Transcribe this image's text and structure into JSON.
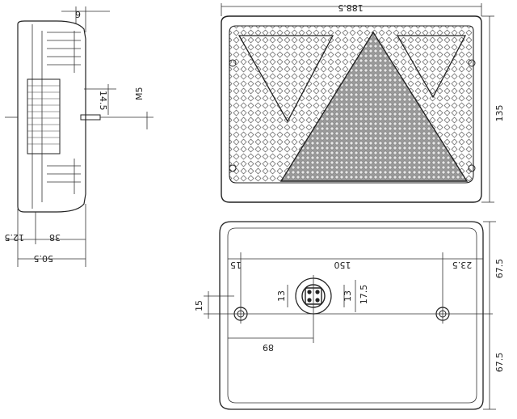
{
  "colors": {
    "line": "#222222",
    "background": "#ffffff"
  },
  "side_view": {
    "dim_top": "6",
    "dim_stud_offset": "14.5",
    "dim_thread": "M5",
    "dim_depth_stud": "12.5",
    "dim_depth_body": "38",
    "dim_total_depth": "50.5"
  },
  "front_view": {
    "dim_width": "188.5",
    "dim_height": "135"
  },
  "rear_view": {
    "dim_edge_left": "15",
    "dim_stud_spacing": "150",
    "dim_edge_right": "23.5",
    "dim_half_height_top": "67.5",
    "dim_half_height_bottom": "67.5",
    "dim_socket_left": "13",
    "dim_socket_right": "13",
    "dim_socket_height": "17.5",
    "dim_stud_height": "15",
    "dim_socket_offset": "89"
  }
}
